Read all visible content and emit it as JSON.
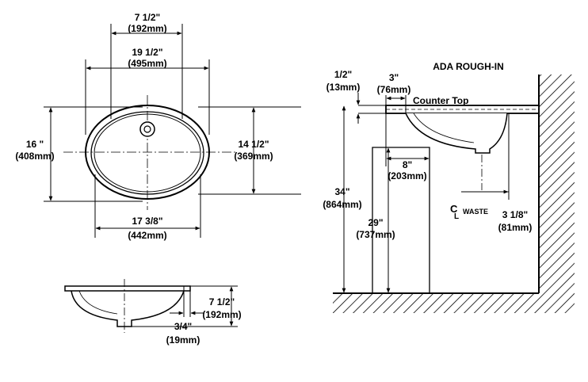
{
  "top_view": {
    "top_width_frac": "7 1/2\"",
    "top_width_mm": "(192mm)",
    "overall_width": "19 1/2\"",
    "overall_width_mm": "(495mm)",
    "overall_depth": "16 \"",
    "overall_depth_mm": "(408mm)",
    "bowl_depth": "14 1/2\"",
    "bowl_depth_mm": "(369mm)",
    "bowl_width": "17 3/8\"",
    "bowl_width_mm": "(442mm)"
  },
  "side_view": {
    "height": "7 1/2\"",
    "height_mm": "(192mm)",
    "lip": "3/4\"",
    "lip_mm": "(19mm)"
  },
  "rough_in": {
    "title": "ADA ROUGH-IN",
    "counter_thickness": "1/2\"",
    "counter_thickness_mm": "(13mm)",
    "setback": "3\"",
    "setback_mm": "(76mm)",
    "counter_label": "Counter Top",
    "knee_depth": "8\"",
    "knee_depth_mm": "(203mm)",
    "counter_height": "34\"",
    "counter_height_mm": "(864mm)",
    "knee_height": "29\"",
    "knee_height_mm": "(737mm)",
    "waste_label": "WASTE",
    "waste_offset": "3 1/8\"",
    "waste_offset_mm": "(81mm)"
  }
}
